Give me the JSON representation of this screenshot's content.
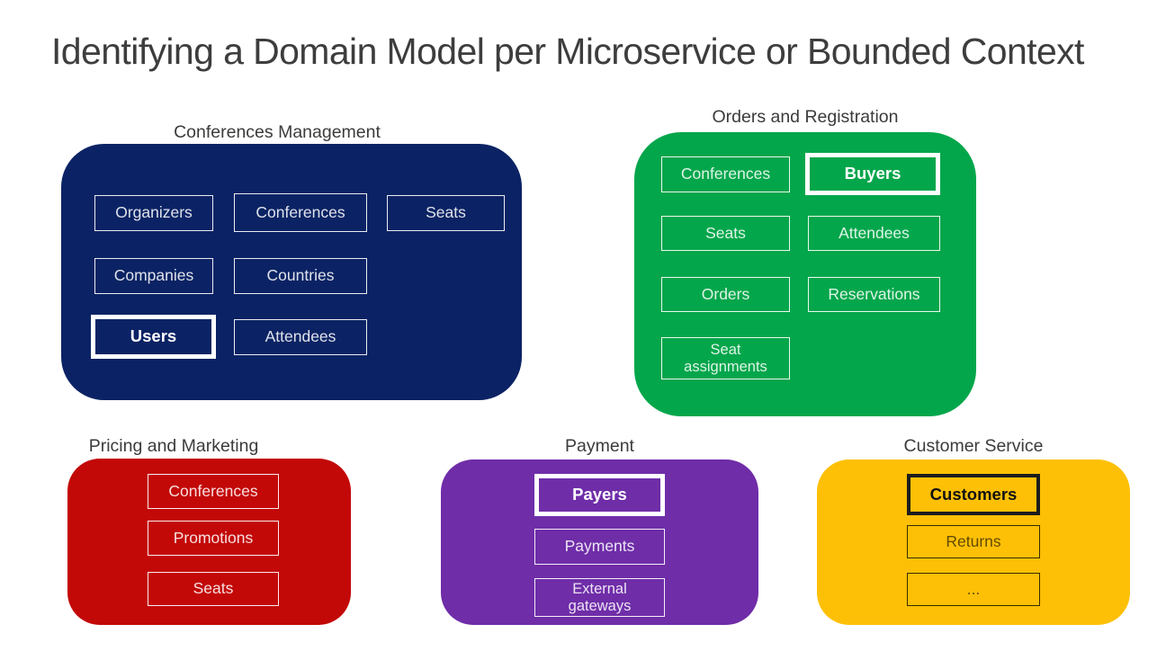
{
  "title": "Identifying a Domain Model per Microservice or Bounded Context",
  "colors": {
    "title_text": "#3d3d3d",
    "label_text": "#3b3b3b",
    "navy": "#0b2364",
    "green": "#04a64b",
    "red": "#c30808",
    "purple": "#6f2da8",
    "yellow": "#fec006",
    "entity_border_light": "#ffffff",
    "entity_border_dark": "#1d1d1d"
  },
  "contexts": [
    {
      "label": "Conferences Management",
      "color": "#0b2364",
      "entities": [
        {
          "label": "Organizers",
          "emphasized": false
        },
        {
          "label": "Conferences",
          "emphasized": false
        },
        {
          "label": "Seats",
          "emphasized": false
        },
        {
          "label": "Companies",
          "emphasized": false
        },
        {
          "label": "Countries",
          "emphasized": false
        },
        {
          "label": "Users",
          "emphasized": true
        },
        {
          "label": "Attendees",
          "emphasized": false
        }
      ]
    },
    {
      "label": "Orders and Registration",
      "color": "#04a64b",
      "entities": [
        {
          "label": "Conferences",
          "emphasized": false
        },
        {
          "label": "Buyers",
          "emphasized": true
        },
        {
          "label": "Seats",
          "emphasized": false
        },
        {
          "label": "Attendees",
          "emphasized": false
        },
        {
          "label": "Orders",
          "emphasized": false
        },
        {
          "label": "Reservations",
          "emphasized": false
        },
        {
          "label": "Seat assignments",
          "emphasized": false
        }
      ]
    },
    {
      "label": "Pricing and Marketing",
      "color": "#c30808",
      "entities": [
        {
          "label": "Conferences",
          "emphasized": false
        },
        {
          "label": "Promotions",
          "emphasized": false
        },
        {
          "label": "Seats",
          "emphasized": false
        }
      ]
    },
    {
      "label": "Payment",
      "color": "#6f2da8",
      "entities": [
        {
          "label": "Payers",
          "emphasized": true
        },
        {
          "label": "Payments",
          "emphasized": false
        },
        {
          "label": "External gateways",
          "emphasized": false
        }
      ]
    },
    {
      "label": "Customer Service",
      "color": "#fec006",
      "entities": [
        {
          "label": "Customers",
          "emphasized": true
        },
        {
          "label": "Returns",
          "emphasized": false
        },
        {
          "label": "...",
          "emphasized": false
        }
      ]
    }
  ]
}
